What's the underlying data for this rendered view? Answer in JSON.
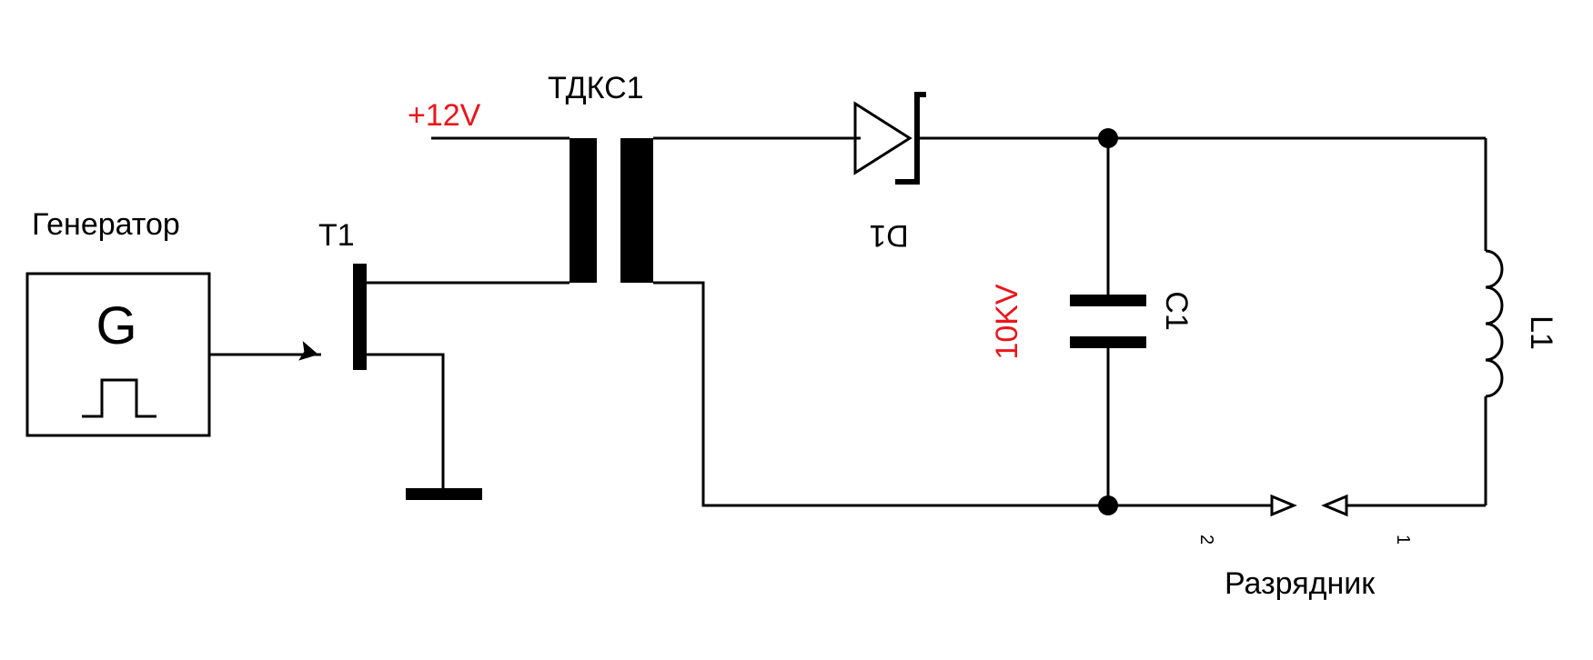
{
  "labels": {
    "generator": "Генератор",
    "generator_symbol": "G",
    "transistor": "T1",
    "supply": "+12V",
    "transformer": "ТДКС1",
    "diode": "D1",
    "capacitor": "C1",
    "capacitor_voltage": "10KV",
    "inductor": "L1",
    "spark_gap": "Разрядник",
    "pin_left": "2",
    "pin_right": "1"
  },
  "colors": {
    "wire": "#000000",
    "accent_red": "#e8161c",
    "background": "#ffffff"
  },
  "icons": {
    "generator_waveform": "square-pulse-icon",
    "ground": "ground-icon"
  }
}
